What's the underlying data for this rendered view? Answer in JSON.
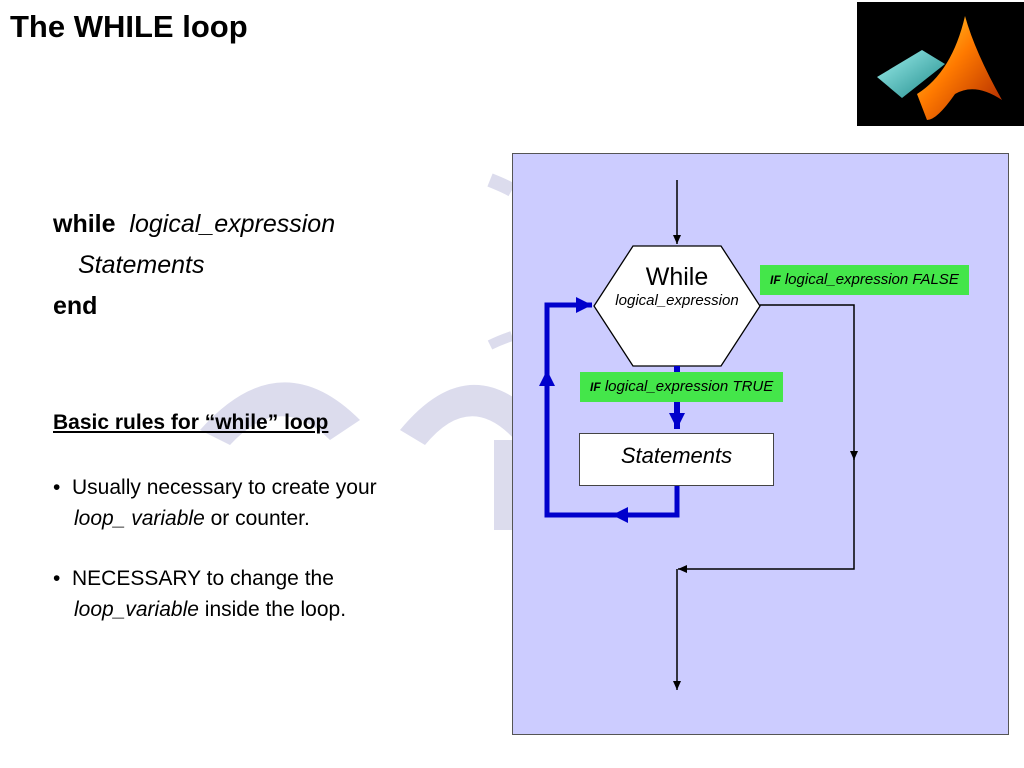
{
  "slide": {
    "title": "The WHILE loop"
  },
  "logo": {
    "icon": "matlab-membrane-logo-icon"
  },
  "code": {
    "line1_keyword": "while",
    "line1_expr": "logical_expression",
    "line2": "Statements",
    "line3": "end"
  },
  "rules": {
    "heading": "Basic rules for “while” loop",
    "bullet_glyph": "•",
    "item1_part1": "Usually necessary to create your",
    "item1_italic": "loop_ variable",
    "item1_part2": " or counter.",
    "item2_part1": "NECESSARY  to change the",
    "item2_italic": "loop_variable",
    "item2_part2": " inside the loop."
  },
  "flowchart": {
    "decision_title": "While",
    "decision_expr": "logical_expression",
    "false_if": "IF",
    "false_text": " logical_expression  FALSE",
    "true_if": "IF",
    "true_text": " logical_expression  TRUE",
    "statements": "Statements",
    "colors": {
      "panel": "#ccccff",
      "label_green": "#44e64a",
      "loop_blue": "#0000cc",
      "watermark": "#d9d9ec"
    }
  }
}
